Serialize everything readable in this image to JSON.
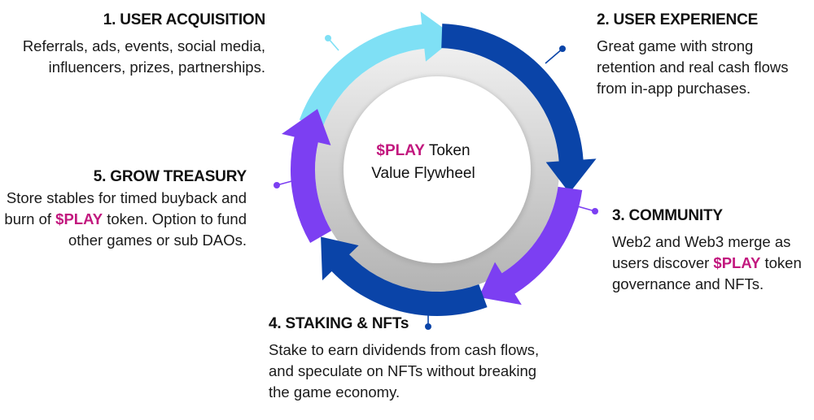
{
  "center": {
    "token": "$PLAY",
    "line1_rest": " Token",
    "line2": "Value Flywheel"
  },
  "colors": {
    "cyan": "#7fe0f5",
    "dark_blue": "#0a44a8",
    "purple": "#7c3ff2",
    "accent_magenta": "#c2177e",
    "ring_gray_light": "#ececec",
    "ring_gray_dark": "#b5b5b5"
  },
  "steps": [
    {
      "title": "1. USER ACQUISITION",
      "body": "Referrals, ads, events, social media, influencers, prizes, partnerships.",
      "color": "#7fe0f5"
    },
    {
      "title": "2. USER EXPERIENCE",
      "body": "Great game with strong retention and real cash flows from in-app purchases.",
      "color": "#0a44a8"
    },
    {
      "title": "3. COMMUNITY",
      "body_pre": "Web2 and Web3 merge as users discover ",
      "body_token": "$PLAY",
      "body_post": " token governance and NFTs.",
      "color": "#7c3ff2"
    },
    {
      "title": "4. STAKING & NFTs",
      "body": "Stake to earn dividends from cash flows, and speculate on NFTs without breaking the game economy.",
      "color": "#0a44a8"
    },
    {
      "title": "5. GROW TREASURY",
      "body_pre": "Store stables for timed buyback and burn of ",
      "body_token": "$PLAY",
      "body_post": " token. Option to fund other games or sub DAOs.",
      "color": "#7c3ff2"
    }
  ]
}
